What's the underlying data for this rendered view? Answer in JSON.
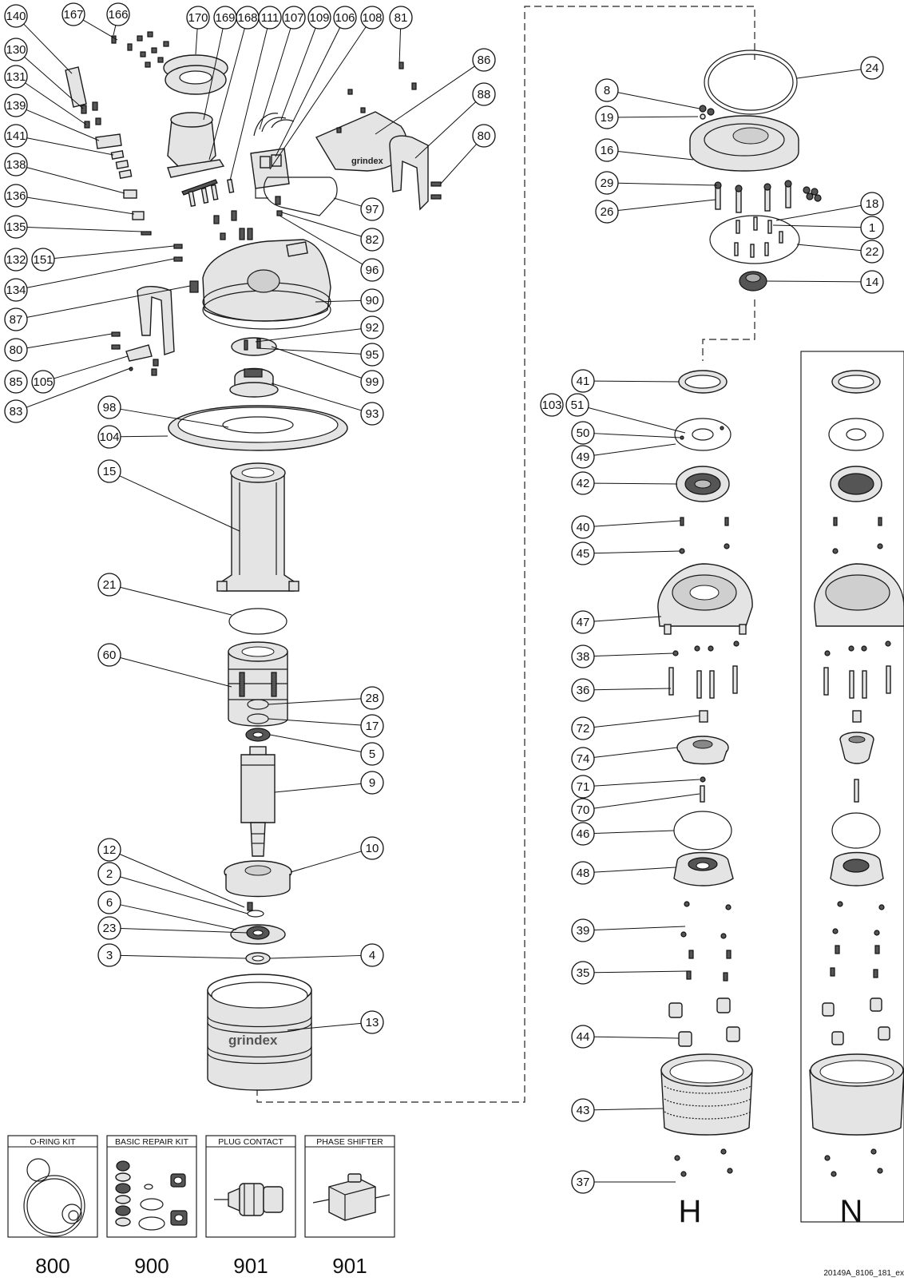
{
  "callouts": [
    {
      "n": "140"
    },
    {
      "n": "167"
    },
    {
      "n": "166"
    },
    {
      "n": "170"
    },
    {
      "n": "169"
    },
    {
      "n": "168"
    },
    {
      "n": "111"
    },
    {
      "n": "107"
    },
    {
      "n": "109"
    },
    {
      "n": "106"
    },
    {
      "n": "108"
    },
    {
      "n": "81"
    },
    {
      "n": "130"
    },
    {
      "n": "131"
    },
    {
      "n": "139"
    },
    {
      "n": "141"
    },
    {
      "n": "138"
    },
    {
      "n": "136"
    },
    {
      "n": "135"
    },
    {
      "n": "132"
    },
    {
      "n": "151"
    },
    {
      "n": "134"
    },
    {
      "n": "87"
    },
    {
      "n": "80"
    },
    {
      "n": "85"
    },
    {
      "n": "105"
    },
    {
      "n": "83"
    },
    {
      "n": "86"
    },
    {
      "n": "88"
    },
    {
      "n": "80"
    },
    {
      "n": "97"
    },
    {
      "n": "82"
    },
    {
      "n": "96"
    },
    {
      "n": "90"
    },
    {
      "n": "92"
    },
    {
      "n": "95"
    },
    {
      "n": "99"
    },
    {
      "n": "93"
    },
    {
      "n": "98"
    },
    {
      "n": "104"
    },
    {
      "n": "15"
    },
    {
      "n": "21"
    },
    {
      "n": "60"
    },
    {
      "n": "28"
    },
    {
      "n": "17"
    },
    {
      "n": "5"
    },
    {
      "n": "9"
    },
    {
      "n": "12"
    },
    {
      "n": "10"
    },
    {
      "n": "2"
    },
    {
      "n": "6"
    },
    {
      "n": "23"
    },
    {
      "n": "3"
    },
    {
      "n": "4"
    },
    {
      "n": "13"
    },
    {
      "n": "24"
    },
    {
      "n": "8"
    },
    {
      "n": "19"
    },
    {
      "n": "16"
    },
    {
      "n": "29"
    },
    {
      "n": "26"
    },
    {
      "n": "18"
    },
    {
      "n": "1"
    },
    {
      "n": "22"
    },
    {
      "n": "14"
    },
    {
      "n": "41"
    },
    {
      "n": "103"
    },
    {
      "n": "51"
    },
    {
      "n": "50"
    },
    {
      "n": "49"
    },
    {
      "n": "42"
    },
    {
      "n": "40"
    },
    {
      "n": "45"
    },
    {
      "n": "47"
    },
    {
      "n": "38"
    },
    {
      "n": "36"
    },
    {
      "n": "72"
    },
    {
      "n": "74"
    },
    {
      "n": "71"
    },
    {
      "n": "70"
    },
    {
      "n": "46"
    },
    {
      "n": "48"
    },
    {
      "n": "39"
    },
    {
      "n": "35"
    },
    {
      "n": "44"
    },
    {
      "n": "43"
    },
    {
      "n": "37"
    }
  ],
  "variants": {
    "h": "H",
    "n": "N"
  },
  "brand_text": "grindex",
  "kits": [
    {
      "title": "O-RING KIT",
      "number": "800"
    },
    {
      "title": "BASIC REPAIR KIT",
      "number": "900"
    },
    {
      "title": "PLUG CONTACT",
      "number": "901"
    },
    {
      "title": "PHASE SHIFTER",
      "number": "901"
    }
  ],
  "doc_number": "20149A_8106_181_ex"
}
